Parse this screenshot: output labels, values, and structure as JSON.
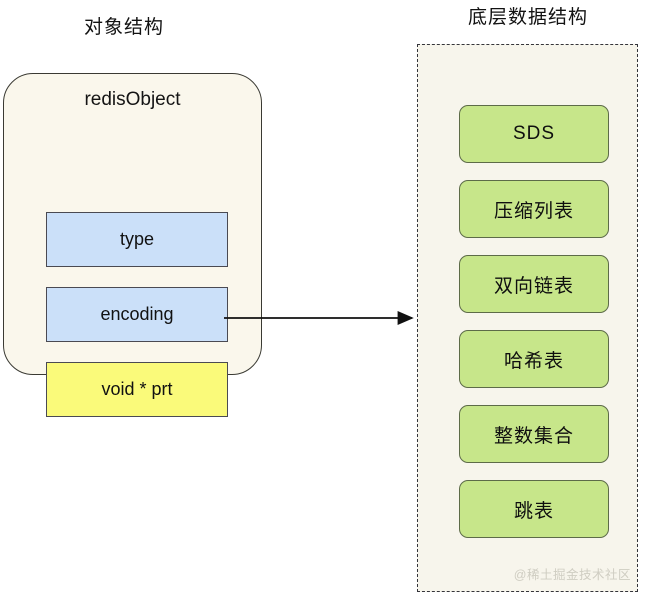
{
  "titles": {
    "left": "对象结构",
    "right": "底层数据结构"
  },
  "object_card": {
    "heading": "redisObject",
    "fields": [
      {
        "label": "type",
        "color": "#cbe0f9",
        "kind": "blue"
      },
      {
        "label": "encoding",
        "color": "#cbe0f9",
        "kind": "blue"
      },
      {
        "label": "void * prt",
        "color": "#fafa7a",
        "kind": "yellow"
      }
    ]
  },
  "arrow": {
    "name": "pointer-arrow",
    "from": "void * prt",
    "to": "底层数据结构"
  },
  "data_structures": {
    "panel_fill": "#f7f5ec",
    "item_fill": "#c7e68a",
    "items": [
      {
        "label": "SDS"
      },
      {
        "label": "压缩列表"
      },
      {
        "label": "双向链表"
      },
      {
        "label": "哈希表"
      },
      {
        "label": "整数集合"
      },
      {
        "label": "跳表"
      }
    ]
  },
  "watermark": "@稀土掘金技术社区"
}
